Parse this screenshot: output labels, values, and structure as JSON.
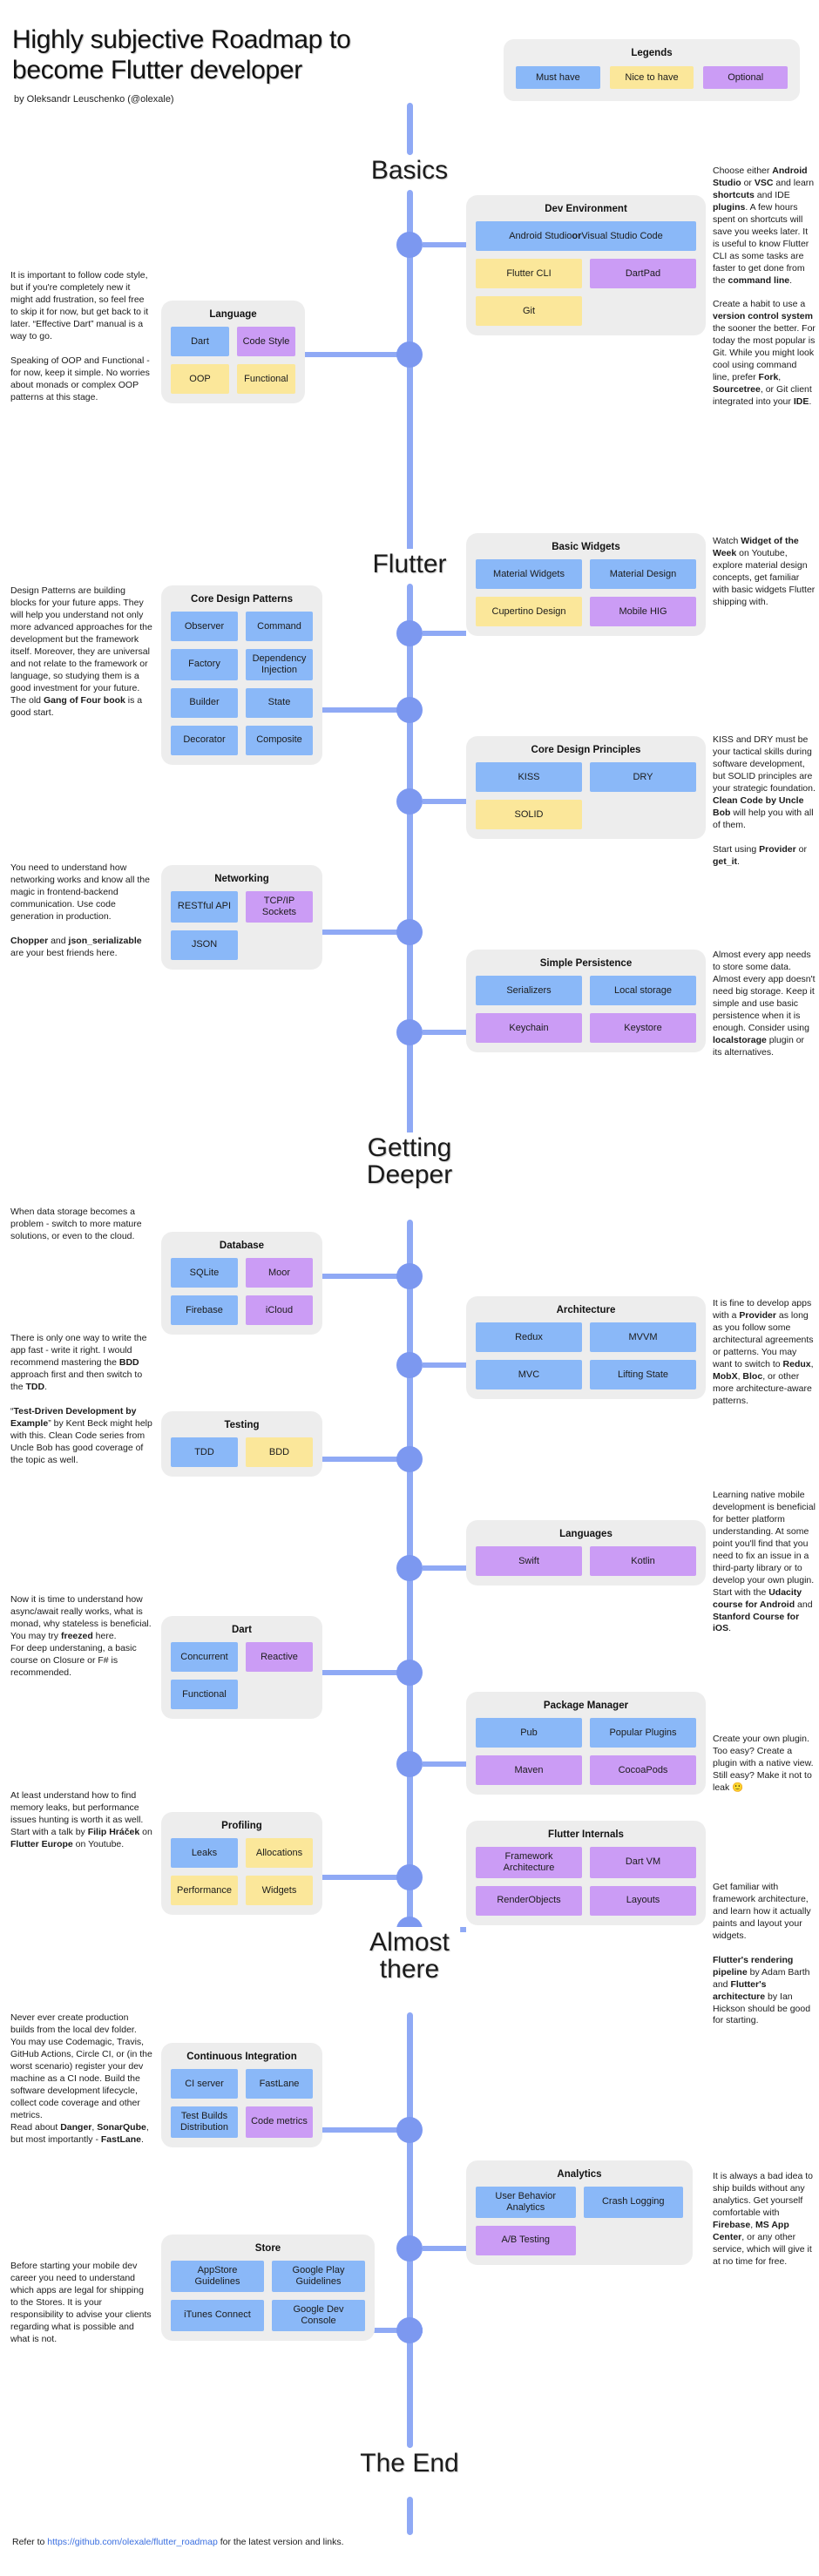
{
  "header": {
    "title": "Highly subjective Roadmap\nto become Flutter developer",
    "byline": "by Oleksandr Leuschenko (@olexale)"
  },
  "legends": {
    "title": "Legends",
    "items": [
      {
        "label": "Must have",
        "color": "#8ab8f8",
        "kind": "blue"
      },
      {
        "label": "Nice to have",
        "color": "#fbe79a",
        "kind": "yellow"
      },
      {
        "label": "Optional",
        "color": "#cb9cf5",
        "kind": "purple"
      }
    ]
  },
  "sections": [
    {
      "label": "Basics"
    },
    {
      "label": "Flutter"
    },
    {
      "label": "Getting\nDeeper"
    },
    {
      "label": "Almost\nthere"
    },
    {
      "label": "The End"
    }
  ],
  "cards": [
    {
      "id": "dev-environment",
      "title": "Dev Environment",
      "items": [
        {
          "label": "Android Studio or Visual Studio Code",
          "kind": "blue",
          "full": true,
          "bold_word": "or"
        },
        {
          "label": "Flutter CLI",
          "kind": "yellow"
        },
        {
          "label": "DartPad",
          "kind": "purple"
        },
        {
          "label": "Git",
          "kind": "yellow"
        }
      ]
    },
    {
      "id": "language",
      "title": "Language",
      "items": [
        {
          "label": "Dart",
          "kind": "blue"
        },
        {
          "label": "Code Style",
          "kind": "purple"
        },
        {
          "label": "OOP",
          "kind": "yellow"
        },
        {
          "label": "Functional",
          "kind": "yellow"
        }
      ]
    },
    {
      "id": "basic-widgets",
      "title": "Basic Widgets",
      "items": [
        {
          "label": "Material Widgets",
          "kind": "blue"
        },
        {
          "label": "Material Design",
          "kind": "blue"
        },
        {
          "label": "Cupertino Design",
          "kind": "yellow"
        },
        {
          "label": "Mobile HIG",
          "kind": "purple"
        }
      ]
    },
    {
      "id": "core-design-patterns",
      "title": "Core Design Patterns",
      "items": [
        {
          "label": "Observer",
          "kind": "blue"
        },
        {
          "label": "Command",
          "kind": "blue"
        },
        {
          "label": "Factory",
          "kind": "blue"
        },
        {
          "label": "Dependency Injection",
          "kind": "blue"
        },
        {
          "label": "Builder",
          "kind": "blue"
        },
        {
          "label": "State",
          "kind": "blue"
        },
        {
          "label": "Decorator",
          "kind": "blue"
        },
        {
          "label": "Composite",
          "kind": "blue"
        }
      ]
    },
    {
      "id": "core-design-principles",
      "title": "Core Design Principles",
      "items": [
        {
          "label": "KISS",
          "kind": "blue"
        },
        {
          "label": "DRY",
          "kind": "blue"
        },
        {
          "label": "SOLID",
          "kind": "yellow"
        }
      ]
    },
    {
      "id": "networking",
      "title": "Networking",
      "items": [
        {
          "label": "RESTful API",
          "kind": "blue"
        },
        {
          "label": "TCP/IP Sockets",
          "kind": "purple"
        },
        {
          "label": "JSON",
          "kind": "blue"
        }
      ]
    },
    {
      "id": "simple-persistence",
      "title": "Simple Persistence",
      "items": [
        {
          "label": "Serializers",
          "kind": "blue"
        },
        {
          "label": "Local storage",
          "kind": "blue"
        },
        {
          "label": "Keychain",
          "kind": "purple"
        },
        {
          "label": "Keystore",
          "kind": "purple"
        }
      ]
    },
    {
      "id": "database",
      "title": "Database",
      "items": [
        {
          "label": "SQLite",
          "kind": "blue"
        },
        {
          "label": "Moor",
          "kind": "purple"
        },
        {
          "label": "Firebase",
          "kind": "blue"
        },
        {
          "label": "iCloud",
          "kind": "purple"
        }
      ]
    },
    {
      "id": "architecture",
      "title": "Architecture",
      "items": [
        {
          "label": "Redux",
          "kind": "blue"
        },
        {
          "label": "MVVM",
          "kind": "blue"
        },
        {
          "label": "MVC",
          "kind": "blue"
        },
        {
          "label": "Lifting State",
          "kind": "blue"
        }
      ]
    },
    {
      "id": "testing",
      "title": "Testing",
      "items": [
        {
          "label": "TDD",
          "kind": "blue"
        },
        {
          "label": "BDD",
          "kind": "yellow"
        }
      ]
    },
    {
      "id": "languages",
      "title": "Languages",
      "items": [
        {
          "label": "Swift",
          "kind": "purple"
        },
        {
          "label": "Kotlin",
          "kind": "purple"
        }
      ]
    },
    {
      "id": "dart",
      "title": "Dart",
      "items": [
        {
          "label": "Concurrent",
          "kind": "blue"
        },
        {
          "label": "Reactive",
          "kind": "purple"
        },
        {
          "label": "Functional",
          "kind": "blue"
        }
      ]
    },
    {
      "id": "package-manager",
      "title": "Package Manager",
      "items": [
        {
          "label": "Pub",
          "kind": "blue"
        },
        {
          "label": "Popular Plugins",
          "kind": "blue"
        },
        {
          "label": "Maven",
          "kind": "purple"
        },
        {
          "label": "CocoaPods",
          "kind": "purple"
        }
      ]
    },
    {
      "id": "profiling",
      "title": "Profiling",
      "items": [
        {
          "label": "Leaks",
          "kind": "blue"
        },
        {
          "label": "Allocations",
          "kind": "yellow"
        },
        {
          "label": "Performance",
          "kind": "yellow"
        },
        {
          "label": "Widgets",
          "kind": "yellow"
        }
      ]
    },
    {
      "id": "flutter-internals",
      "title": "Flutter Internals",
      "items": [
        {
          "label": "Framework Architecture",
          "kind": "purple"
        },
        {
          "label": "Dart VM",
          "kind": "purple"
        },
        {
          "label": "RenderObjects",
          "kind": "purple"
        },
        {
          "label": "Layouts",
          "kind": "purple"
        }
      ]
    },
    {
      "id": "continuous-integration",
      "title": "Continuous Integration",
      "items": [
        {
          "label": "CI server",
          "kind": "blue"
        },
        {
          "label": "FastLane",
          "kind": "blue"
        },
        {
          "label": "Test Builds Distribution",
          "kind": "blue"
        },
        {
          "label": "Code metrics",
          "kind": "purple"
        }
      ]
    },
    {
      "id": "analytics",
      "title": "Analytics",
      "items": [
        {
          "label": "User Behavior Analytics",
          "kind": "blue"
        },
        {
          "label": "Crash Logging",
          "kind": "blue"
        },
        {
          "label": "A/B Testing",
          "kind": "purple"
        }
      ]
    },
    {
      "id": "store",
      "title": "Store",
      "items": [
        {
          "label": "AppStore Guidelines",
          "kind": "blue"
        },
        {
          "label": "Google Play Guidelines",
          "kind": "blue"
        },
        {
          "label": "iTunes Connect",
          "kind": "blue"
        },
        {
          "label": "Google Dev Console",
          "kind": "blue"
        }
      ]
    }
  ],
  "notes": {
    "dev_environment": "Choose either <b>Android Studio</b> or <b>VSC</b> and learn <b>shortcuts</b> and IDE <b>plugins</b>. A few hours spent on shortcuts will save you weeks later. It is useful to know Flutter CLI as some tasks are faster to get done from the <b>command line</b>.\n\nCreate a habit to use a <b>version control system</b> the sooner the better. For today the most popular is Git. While you might look cool using command line, prefer <b>Fork</b>, <b>Sourcetree</b>, or Git client integrated into your <b>IDE</b>.",
    "language": "It is important to follow code style, but if you're completely new it might add frustration, so feel free to skip it for now, but get back to it later. “Effective Dart” manual is a way to go.\n\nSpeaking of OOP and Functional - for now, keep it simple. No worries about monads or complex OOP patterns at this stage.",
    "basic_widgets": "Watch <b>Widget of the Week</b> on Youtube, explore material design concepts, get familiar with basic widgets Flutter shipping with.",
    "core_design_patterns": "Design Patterns are building blocks for your future apps. They will help you understand not only more advanced approaches for the development but the framework itself. Moreover, they are universal and not relate to the framework or language, so studying them is a good investment for your future. The old <b>Gang of Four book</b> is a good start.",
    "core_design_principles": "KISS and DRY must be your tactical skills during software development, but SOLID principles are your strategic foundation. <b>Clean Code by Uncle Bob</b> will help you with all of them.\n\nStart using <b>Provider</b> or <b>get_it</b>.",
    "networking": "You need to understand how networking works and know all the magic in frontend-backend communication. Use code generation in production.\n\n<b>Chopper</b> and <b>json_serializable</b> are your best friends here.",
    "simple_persistence": "Almost every app needs to store some data. Almost every app doesn't need big storage. Keep it simple and use basic persistence when it is enough. Consider using <b>localstorage</b> plugin or its alternatives.",
    "database": "When data storage becomes a problem - switch to more mature solutions, or even to the cloud.",
    "architecture": "It is fine to develop apps with a <b>Provider</b> as long as you follow some architectural agreements or patterns. You may want to switch to <b>Redux</b>, <b>MobX</b>, <b>Bloc</b>, or other more architecture-aware patterns.",
    "testing": "There is only one way to write the app fast - write it right. I would recommend mastering the <b>BDD</b> approach first and then switch to the <b>TDD</b>.\n\n“<b>Test-Driven Development by Example</b>” by Kent Beck might help with this. Clean Code series from Uncle Bob has good coverage of the topic as well.",
    "languages": "Learning native mobile development is beneficial for better platform understanding. At some point you'll find that you need to fix an issue in a third-party library or to develop your own plugin. Start with the <b>Udacity course for Android</b> and <b>Stanford Course for iOS</b>.",
    "dart": "Now it is time to understand how async/await really works, what is monad, why stateless is beneficial.\nYou may try <b>freezed</b> here.\nFor deep understaning, a basic course on Closure or F# is recommended.",
    "package_manager": "Create your own plugin. Too easy? Create a plugin with a native view. Still easy? Make it not to leak 🙂",
    "profiling": "At least understand how to find memory leaks, but performance issues hunting is worth it as well. Start with a talk by <b>Filip Hráček</b> on <b>Flutter Europe</b> on Youtube.",
    "flutter_internals": "Get familiar with framework architecture, and learn how it actually paints and layout your widgets.\n\n<b>Flutter's rendering pipeline</b> by Adam Barth and <b>Flutter's architecture</b> by Ian Hickson should be good for starting.",
    "continuous_integration": "Never ever create production builds from the local dev folder. You may use Codemagic, Travis, GitHub Actions, Circle CI, or (in the worst scenario) register your dev machine as a CI node. Build the software development lifecycle, collect code coverage and other metrics.\nRead about <b>Danger</b>, <b>SonarQube</b>, but most importantly - <b>FastLane</b>.",
    "analytics": "It is always a bad idea to ship builds without any analytics. Get yourself comfortable with <b>Firebase</b>, <b>MS App Center</b>, or any other service, which will give it at no time for free.",
    "store": "Before starting your mobile dev career you need to understand which apps are legal for shipping to the Stores. It is your responsibility to advise your clients regarding what is possible and what is not."
  },
  "footer": {
    "prefix": "Refer to ",
    "link": "https://github.com/olexale/flutter_roadmap",
    "suffix": " for the latest version and links."
  }
}
